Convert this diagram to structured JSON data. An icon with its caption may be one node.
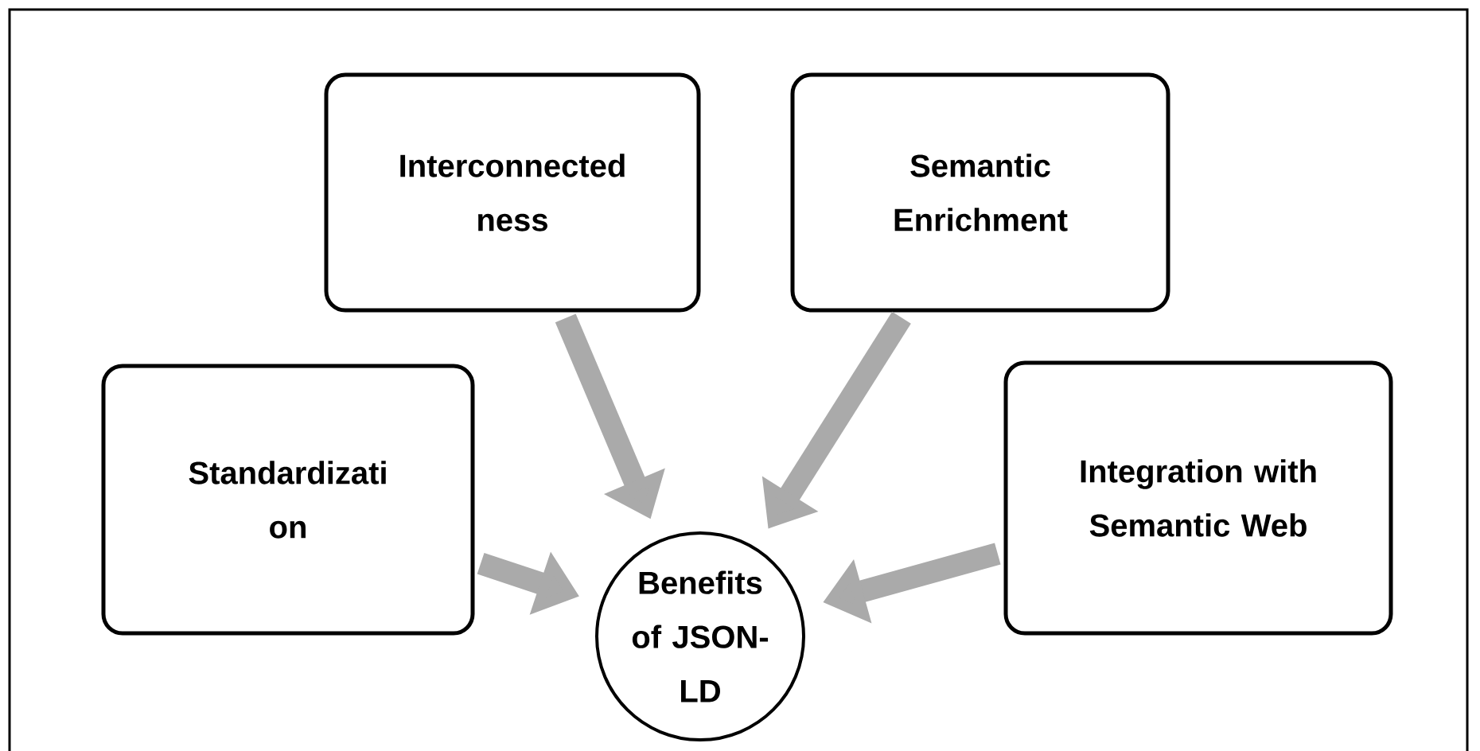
{
  "diagram": {
    "nodes": [
      {
        "text": [
          "Interconnected ness"
        ]
      },
      {
        "text": [
          "Semantic Enrichment"
        ]
      },
      {
        "text": [
          "Standardizati on"
        ]
      },
      {
        "text": [
          "Benefits of JSON-LD"
        ]
      },
      {
        "text": [
          "Integration with Semantic Web"
        ]
      }
    ],
    "edges": [
      {
        "from": 0,
        "to": 3,
        "arrow": "to"
      },
      {
        "from": 1,
        "to": 3,
        "arrow": "to"
      },
      {
        "from": 2,
        "to": 3,
        "arrow": "to"
      },
      {
        "from": 4,
        "to": 3,
        "arrow": "to"
      }
    ]
  }
}
